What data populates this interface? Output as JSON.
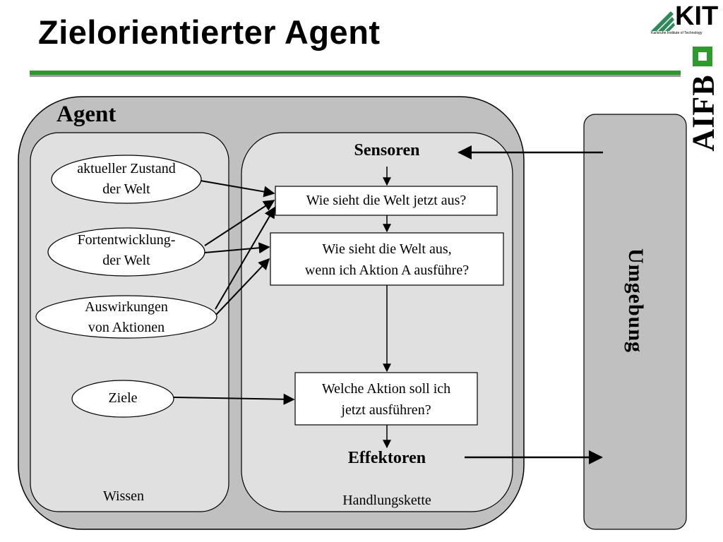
{
  "slide": {
    "title": "Zielorientierter Agent"
  },
  "logos": {
    "kit": "KIT",
    "kit_subtitle": "Karlsruhe Institute of Technology",
    "aifb": "AIFB"
  },
  "colors": {
    "accent_green": "#2e9a2e",
    "agent_fill": "#c0c0c0",
    "panel_fill": "#e0e0e0",
    "environment_fill": "#c0c0c0"
  },
  "diagram": {
    "agent_label": "Agent",
    "environment_label": "Umgebung",
    "knowledge_panel_label": "Wissen",
    "action_chain_panel_label": "Handlungskette",
    "sensors_label": "Sensoren",
    "effectors_label": "Effektoren",
    "knowledge": {
      "state": [
        "aktueller Zustand",
        "der Welt"
      ],
      "evolution": [
        "Fortentwicklung-",
        "der Welt"
      ],
      "effects": [
        "Auswirkungen",
        "von Aktionen"
      ],
      "goals": "Ziele"
    },
    "chain": {
      "q1": "Wie sieht die Welt jetzt aus?",
      "q2": [
        "Wie sieht die Welt aus,",
        "wenn  ich Aktion A ausführe?"
      ],
      "q3": [
        "Welche Aktion soll ich",
        "jetzt ausführen?"
      ]
    }
  }
}
